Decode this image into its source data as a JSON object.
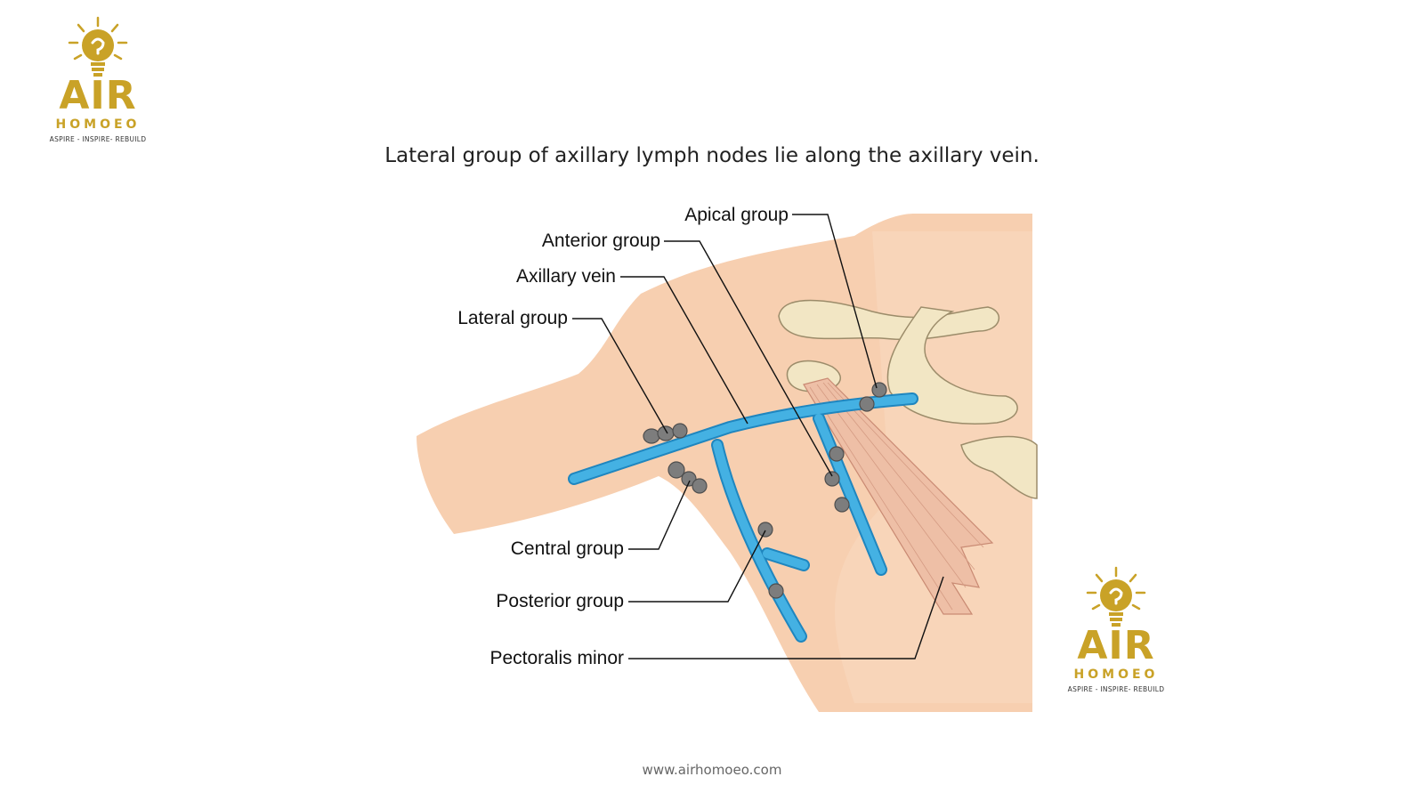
{
  "logo": {
    "brand": "AIR",
    "sub": "HOMOEO",
    "tagline": "ASPIRE - INSPIRE- REBUILD"
  },
  "caption": "Lateral group of axillary lymph nodes lie along the axillary vein.",
  "labels": {
    "apical_group": "Apical group",
    "anterior_group": "Anterior group",
    "axillary_vein": "Axillary vein",
    "lateral_group": "Lateral group",
    "central_group": "Central group",
    "posterior_group": "Posterior group",
    "pectoralis_minor": "Pectoralis minor"
  },
  "footer": "www.airhomoeo.com",
  "colors": {
    "brand_gold": "#c9a227",
    "skin": "#f7cfb0",
    "vein_blue": "#3aa7dc",
    "bone": "#f2e6c4",
    "muscle": "#eebfa6",
    "node": "#7a7a7a"
  }
}
